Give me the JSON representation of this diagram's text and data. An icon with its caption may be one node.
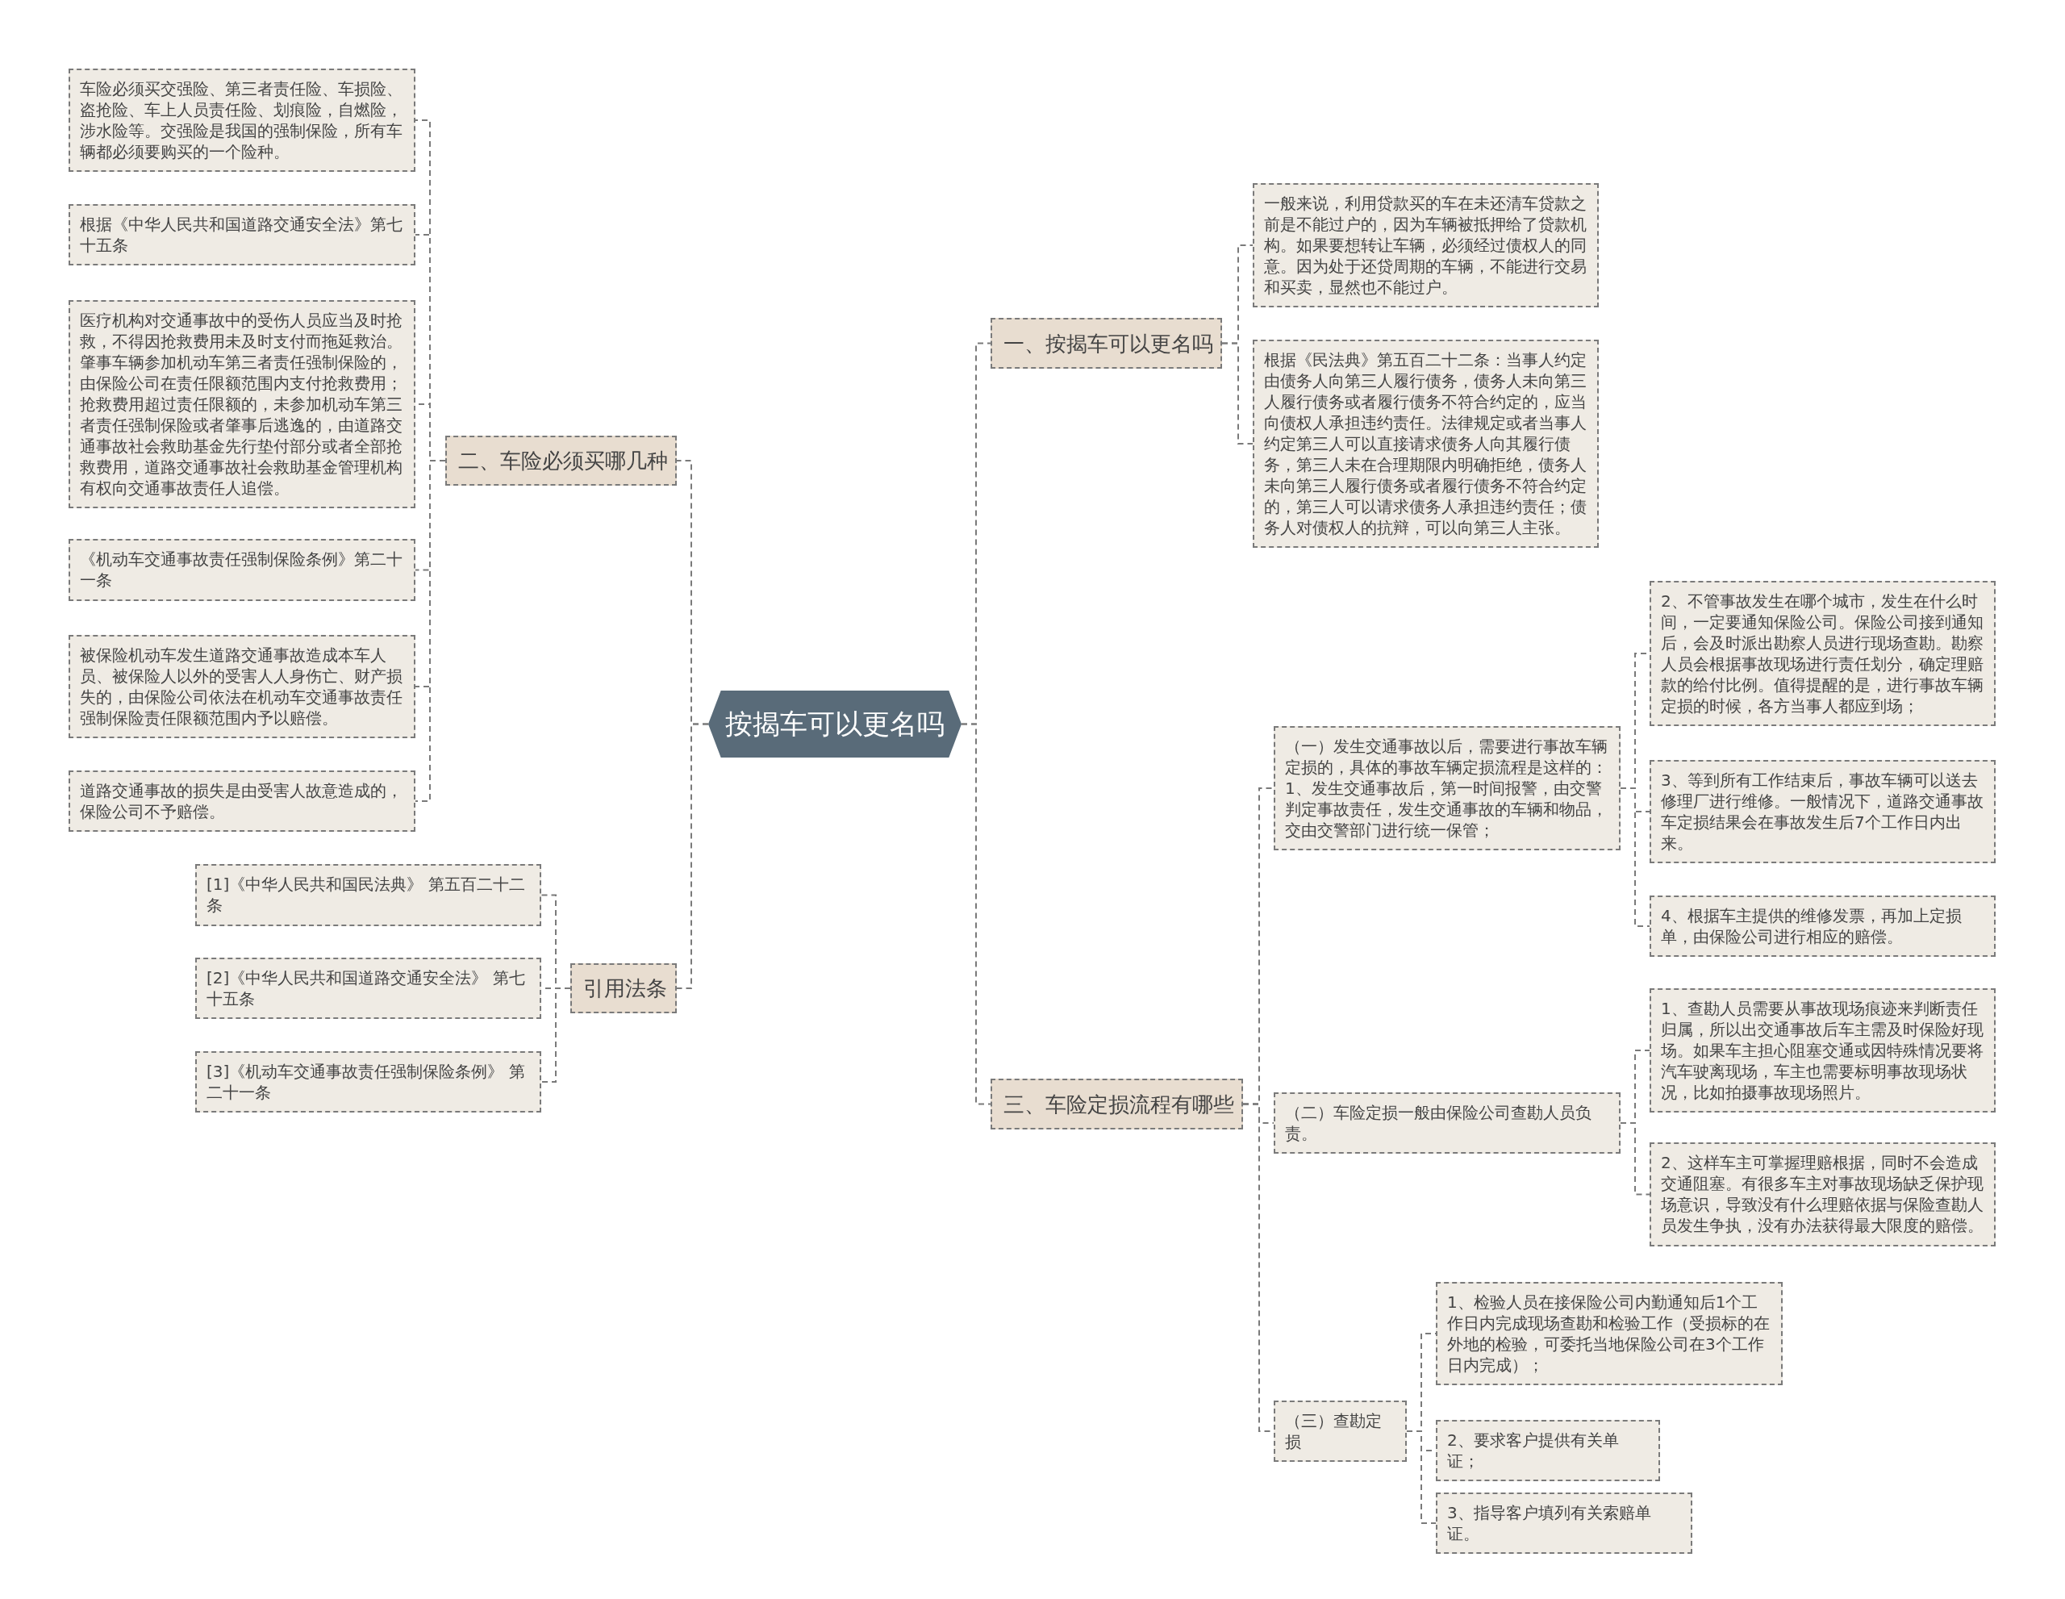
{
  "diagram": {
    "nodes": [
      {
        "text": [
          "按揭车可以更名吗"
        ]
      },
      {
        "text": [
          "一、按揭车可以更名吗"
        ]
      },
      {
        "text": [
          "一般来说，利用贷款买的车在未还清车贷款之前是不能过户的，因为车辆被抵押给了贷款机构。如果要想转让车辆，必须经过债权人的同意。因为处于还贷周期的车辆，不能进行交易和买卖，显然也不能过户。"
        ]
      },
      {
        "text": [
          "根据《民法典》第五百二十二条：当事人约定由债务人向第三人履行债务，债务人未向第三人履行债务或者履行债务不符合约定的，应当向债权人承担违约责任。法律规定或者当事人约定第三人可以直接请求债务人向其履行债务，第三人未在合理期限内明确拒绝，债务人未向第三人履行债务或者履行债务不符合约定的，第三人可以请求债务人承担违约责任；债务人对债权人的抗辩，可以向第三人主张。"
        ]
      },
      {
        "text": [
          "二、车险必须买哪几种"
        ]
      },
      {
        "text": [
          "车险必须买交强险、第三者责任险、车损险、盗抢险、车上人员责任险、划痕险，自燃险，涉水险等。交强险是我国的强制保险，所有车辆都必须要购买的一个险种。"
        ]
      },
      {
        "text": [
          "根据《中华人民共和国道路交通安全法》第七十五条"
        ]
      },
      {
        "text": [
          "医疗机构对交通事故中的受伤人员应当及时抢救，不得因抢救费用未及时支付而拖延救治。肇事车辆参加机动车第三者责任强制保险的，由保险公司在责任限额范围内支付抢救费用；抢救费用超过责任限额的，未参加机动车第三者责任强制保险或者肇事后逃逸的，由道路交通事故社会救助基金先行垫付部分或者全部抢救费用，道路交通事故社会救助基金管理机构有权向交通事故责任人追偿。"
        ]
      },
      {
        "text": [
          "《机动车交通事故责任强制保险条例》第二十一条"
        ]
      },
      {
        "text": [
          "被保险机动车发生道路交通事故造成本车人员、被保险人以外的受害人人身伤亡、财产损失的，由保险公司依法在机动车交通事故责任强制保险责任限额范围内予以赔偿。"
        ]
      },
      {
        "text": [
          "道路交通事故的损失是由受害人故意造成的，保险公司不予赔偿。"
        ]
      },
      {
        "text": [
          "引用法条"
        ]
      },
      {
        "text": [
          "[1]《中华人民共和国民法典》 第五百二十二条"
        ]
      },
      {
        "text": [
          "[2]《中华人民共和国道路交通安全法》 第七十五条"
        ]
      },
      {
        "text": [
          "[3]《机动车交通事故责任强制保险条例》 第二十一条"
        ]
      },
      {
        "text": [
          "三、车险定损流程有哪些"
        ]
      },
      {
        "text": [
          "（一）发生交通事故以后，需要进行事故车辆定损的，具体的事故车辆定损流程是这样的：1、发生交通事故后，第一时间报警，由交警判定事故责任，发生交通事故的车辆和物品，交由交警部门进行统一保管；"
        ]
      },
      {
        "text": [
          "2、不管事故发生在哪个城市，发生在什么时间，一定要通知保险公司。保险公司接到通知后，会及时派出勘察人员进行现场查勘。勘察人员会根据事故现场进行责任划分，确定理赔款的给付比例。值得提醒的是，进行事故车辆定损的时候，各方当事人都应到场；"
        ]
      },
      {
        "text": [
          "3、等到所有工作结束后，事故车辆可以送去修理厂进行维修。一般情况下，道路交通事故车定损结果会在事故发生后7个工作日内出来。"
        ]
      },
      {
        "text": [
          "4、根据车主提供的维修发票，再加上定损单，由保险公司进行相应的赔偿。"
        ]
      },
      {
        "text": [
          "（二）车险定损一般由保险公司查勘人员负责。"
        ]
      },
      {
        "text": [
          "1、查勘人员需要从事故现场痕迹来判断责任归属，所以出交通事故后车主需及时保险好现场。如果车主担心阻塞交通或因特殊情况要将汽车驶离现场，车主也需要标明事故现场状况，比如拍摄事故现场照片。"
        ]
      },
      {
        "text": [
          "2、这样车主可掌握理赔根据，同时不会造成交通阻塞。有很多车主对事故现场缺乏保护现场意识，导致没有什么理赔依据与保险查勘人员发生争执，没有办法获得最大限度的赔偿。"
        ]
      },
      {
        "text": [
          "（三）查勘定损"
        ]
      },
      {
        "text": [
          "1、检验人员在接保险公司内勤通知后1个工作日内完成现场查勘和检验工作（受损标的在外地的检验，可委托当地保险公司在3个工作日内完成）；"
        ]
      },
      {
        "text": [
          "2、要求客户提供有关单证；"
        ]
      },
      {
        "text": [
          "3、指导客户填列有关索赔单证。"
        ]
      }
    ],
    "edges": [
      {
        "from": 0,
        "to": 1,
        "arrow": "none"
      },
      {
        "from": 1,
        "to": 2,
        "arrow": "none"
      },
      {
        "from": 1,
        "to": 3,
        "arrow": "none"
      },
      {
        "from": 0,
        "to": 4,
        "arrow": "none"
      },
      {
        "from": 4,
        "to": 5,
        "arrow": "none"
      },
      {
        "from": 4,
        "to": 6,
        "arrow": "none"
      },
      {
        "from": 4,
        "to": 7,
        "arrow": "none"
      },
      {
        "from": 4,
        "to": 8,
        "arrow": "none"
      },
      {
        "from": 4,
        "to": 9,
        "arrow": "none"
      },
      {
        "from": 4,
        "to": 10,
        "arrow": "none"
      },
      {
        "from": 0,
        "to": 11,
        "arrow": "none"
      },
      {
        "from": 11,
        "to": 12,
        "arrow": "none"
      },
      {
        "from": 11,
        "to": 13,
        "arrow": "none"
      },
      {
        "from": 11,
        "to": 14,
        "arrow": "none"
      },
      {
        "from": 0,
        "to": 15,
        "arrow": "none"
      },
      {
        "from": 15,
        "to": 16,
        "arrow": "none"
      },
      {
        "from": 16,
        "to": 17,
        "arrow": "none"
      },
      {
        "from": 16,
        "to": 18,
        "arrow": "none"
      },
      {
        "from": 16,
        "to": 19,
        "arrow": "none"
      },
      {
        "from": 15,
        "to": 20,
        "arrow": "none"
      },
      {
        "from": 20,
        "to": 21,
        "arrow": "none"
      },
      {
        "from": 20,
        "to": 22,
        "arrow": "none"
      },
      {
        "from": 15,
        "to": 23,
        "arrow": "none"
      },
      {
        "from": 23,
        "to": 24,
        "arrow": "none"
      },
      {
        "from": 23,
        "to": 25,
        "arrow": "none"
      },
      {
        "from": 23,
        "to": 26,
        "arrow": "none"
      }
    ]
  }
}
